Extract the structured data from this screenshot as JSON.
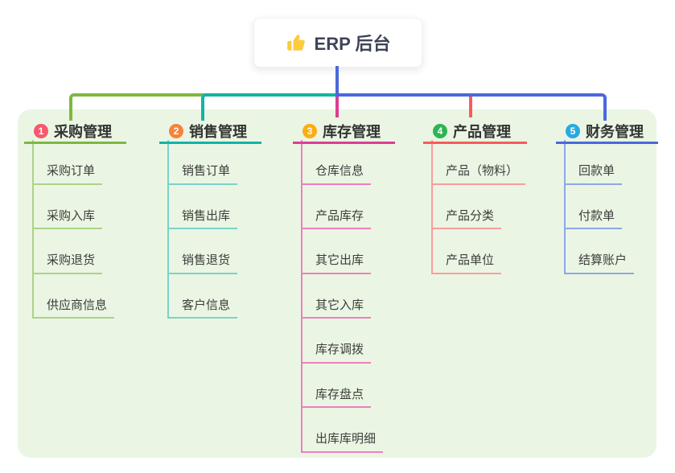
{
  "root": {
    "title": "ERP 后台",
    "icon": "thumbs-up",
    "icon_color": "#fdcb3f",
    "connector_color": "#4a68dc"
  },
  "panel": {
    "background_color": "#eaf6e3"
  },
  "branches": [
    {
      "num": "1",
      "label": "采购管理",
      "badge_color": "#f8586b",
      "line_color": "#7eb840",
      "child_line_color": "#abd387",
      "children": [
        "采购订单",
        "采购入库",
        "采购退货",
        "供应商信息"
      ]
    },
    {
      "num": "2",
      "label": "销售管理",
      "badge_color": "#f6833d",
      "line_color": "#12b3a8",
      "child_line_color": "#7ad2c9",
      "children": [
        "销售订单",
        "销售出库",
        "销售退货",
        "客户信息"
      ]
    },
    {
      "num": "3",
      "label": "库存管理",
      "badge_color": "#fbad14",
      "line_color": "#de3d94",
      "child_line_color": "#f07ebe",
      "children": [
        "仓库信息",
        "产品库存",
        "其它出库",
        "其它入库",
        "库存调拨",
        "库存盘点",
        "出库库明细"
      ]
    },
    {
      "num": "4",
      "label": "产品管理",
      "badge_color": "#2eb553",
      "line_color": "#f85b5b",
      "child_line_color": "#fa9c9c",
      "children": [
        "产品（物料）",
        "产品分类",
        "产品单位"
      ]
    },
    {
      "num": "5",
      "label": "财务管理",
      "badge_color": "#29a9e2",
      "line_color": "#4a68dc",
      "child_line_color": "#8ea6e8",
      "children": [
        "回款单",
        "付款单",
        "结算账户"
      ]
    }
  ]
}
